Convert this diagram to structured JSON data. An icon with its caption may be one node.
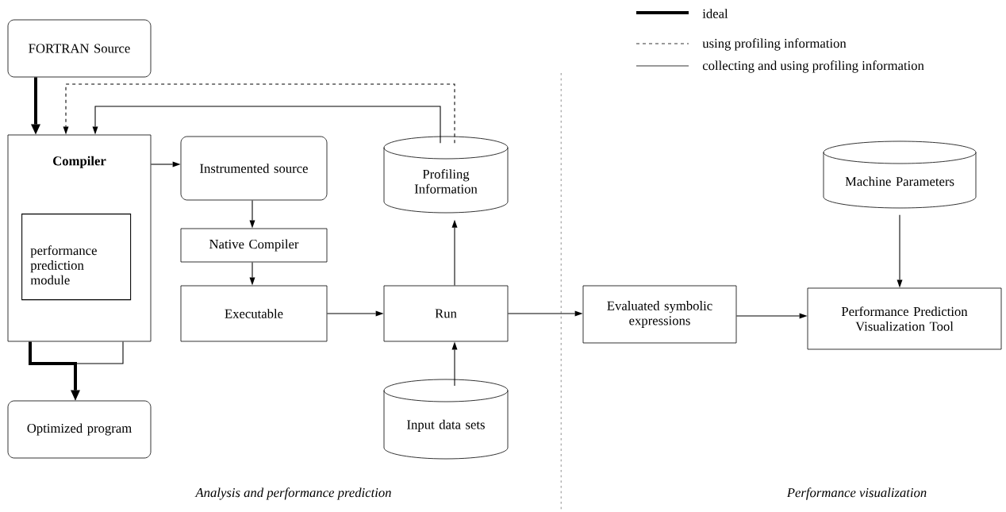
{
  "diagram": {
    "nodes": [
      {
        "text": [
          "FORTRAN Source"
        ]
      },
      {
        "text": [
          "Compiler"
        ]
      },
      {
        "text": [
          "performance prediction module"
        ],
        "in": 1
      },
      {
        "text": [
          "Instrumented source"
        ]
      },
      {
        "text": [
          "Native Compiler"
        ]
      },
      {
        "text": [
          "Executable"
        ]
      },
      {
        "text": [
          "Profiling Information"
        ]
      },
      {
        "text": [
          "Run"
        ]
      },
      {
        "text": [
          "Input data sets"
        ]
      },
      {
        "text": [
          "Optimized program"
        ]
      },
      {
        "text": [
          "Evaluated symbolic expressions"
        ]
      },
      {
        "text": [
          "Machine Parameters"
        ]
      },
      {
        "text": [
          "Performance Prediction Visualization Tool"
        ]
      }
    ],
    "edges": [
      {
        "from": 0,
        "to": 1,
        "arrow": "to",
        "style": "thick"
      },
      {
        "from": 6,
        "to": 1,
        "arrow": "to",
        "style": "dashed"
      },
      {
        "from": 6,
        "to": 1,
        "arrow": "to"
      },
      {
        "from": 1,
        "to": 3,
        "arrow": "to"
      },
      {
        "from": 3,
        "to": 4,
        "arrow": "to"
      },
      {
        "from": 4,
        "to": 5,
        "arrow": "to"
      },
      {
        "from": 5,
        "to": 7,
        "arrow": "to"
      },
      {
        "from": 7,
        "to": 6,
        "arrow": "to"
      },
      {
        "from": 8,
        "to": 7,
        "arrow": "to"
      },
      {
        "from": 7,
        "to": 10,
        "arrow": "to"
      },
      {
        "from": 10,
        "to": 12,
        "arrow": "to"
      },
      {
        "from": 11,
        "to": 12,
        "arrow": "to"
      },
      {
        "from": 1,
        "to": 9,
        "arrow": "to",
        "style": "thick"
      },
      {
        "from": 1,
        "to": 9,
        "arrow": "to"
      }
    ],
    "labels": [
      "Analysis and performance prediction",
      "Performance visualization"
    ],
    "legend": [
      {
        "text": "ideal"
      },
      {
        "text": "using profiling information"
      },
      {
        "text": "collecting and using profiling information"
      }
    ]
  }
}
